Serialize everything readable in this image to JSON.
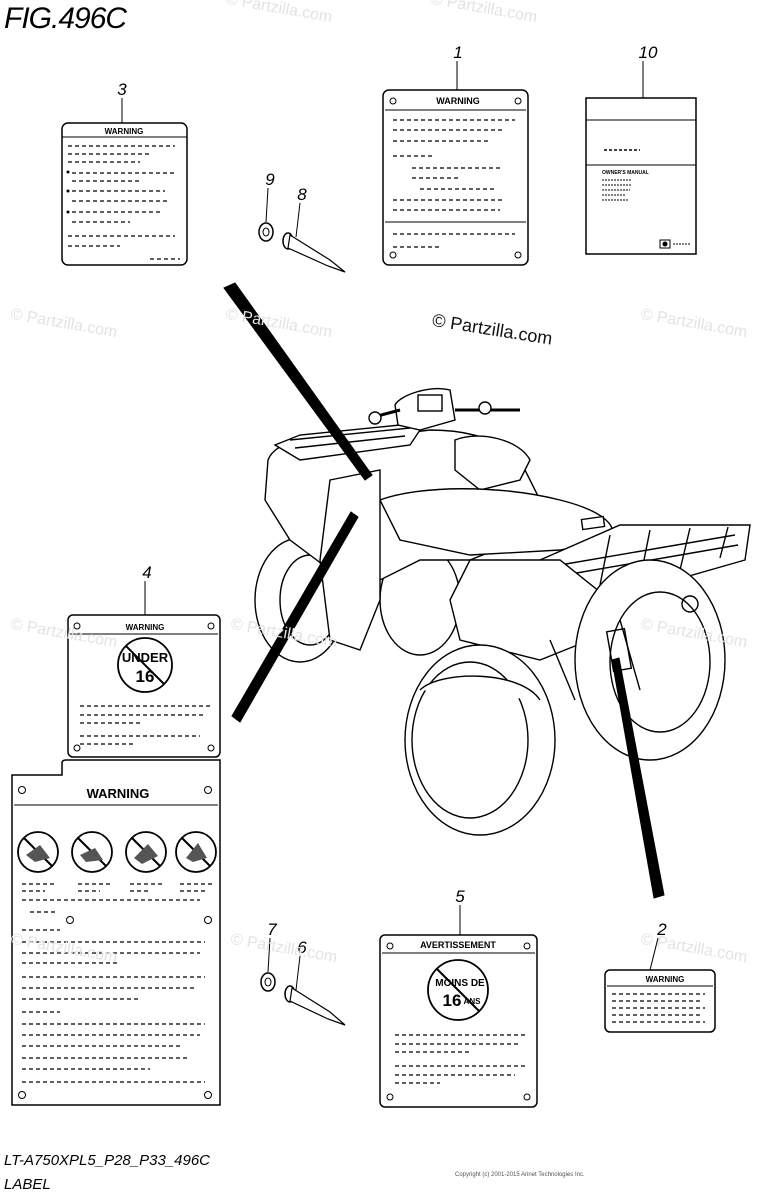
{
  "figure": {
    "title": "FIG.496C"
  },
  "footer": {
    "model_code": "LT-A750XPL5_P28_P33_496C",
    "section": "LABEL"
  },
  "watermarks": {
    "repeat": "© Partzilla.com",
    "center": "© Partzilla.com"
  },
  "copyright": "Copyright (c) 2001-2015 Arinet Technologies Inc.",
  "callouts": [
    "1",
    "2",
    "3",
    "4",
    "5",
    "6",
    "7",
    "8",
    "9",
    "10"
  ],
  "labels": {
    "warning": "WARNING",
    "avertissement": "AVERTISSEMENT",
    "under16_line1": "UNDER",
    "under16_line2": "16",
    "moins_line1": "MOINS DE",
    "moins_num": "16",
    "moins_ans": "ANS",
    "manual_title": "OWNER'S MANUAL"
  }
}
